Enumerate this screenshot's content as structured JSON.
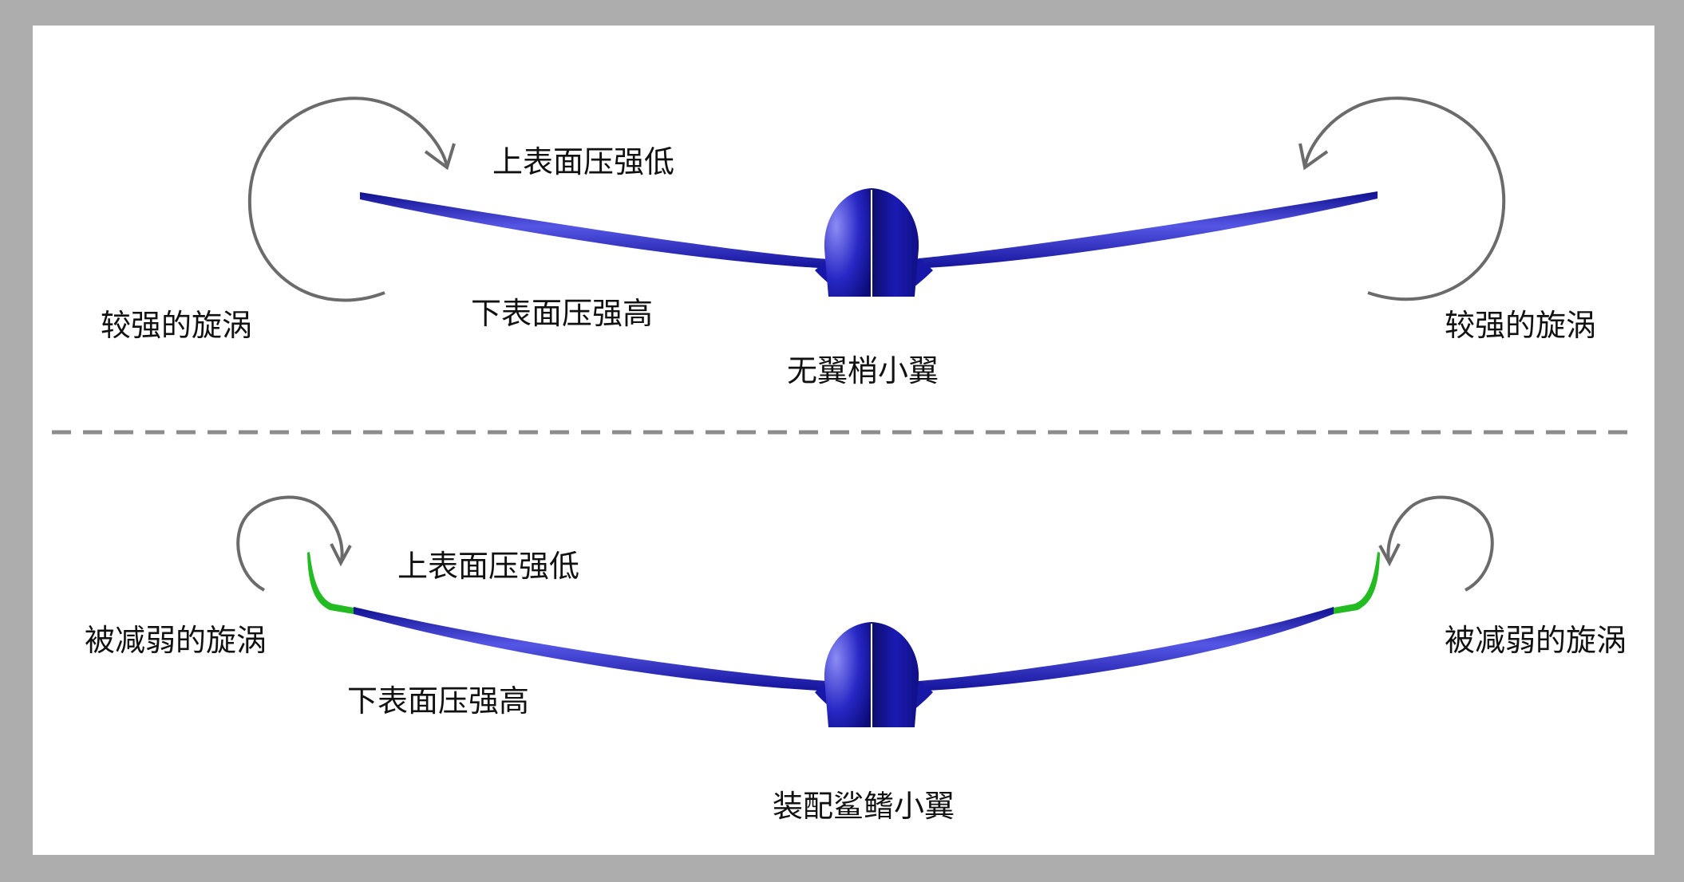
{
  "top_panel": {
    "upper_surface_label": "上表面压强低",
    "lower_surface_label": "下表面压强高",
    "left_vortex_label": "较强的旋涡",
    "right_vortex_label": "较强的旋涡",
    "caption": "无翼梢小翼"
  },
  "bottom_panel": {
    "upper_surface_label": "上表面压强低",
    "lower_surface_label": "下表面压强高",
    "left_vortex_label": "被减弱的旋涡",
    "right_vortex_label": "被减弱的旋涡",
    "caption": "装配鲨鳍小翼"
  },
  "colors": {
    "page_border": "#adadad",
    "panel_background": "#ffffff",
    "wing_body": "#1a1ab8",
    "wing_highlight": "#6f6ff0",
    "fuselage_dark": "#0a0a6a",
    "winglet": "#22bb22",
    "vortex_arrow": "#6b6b6b",
    "divider": "#8c8c8c"
  }
}
